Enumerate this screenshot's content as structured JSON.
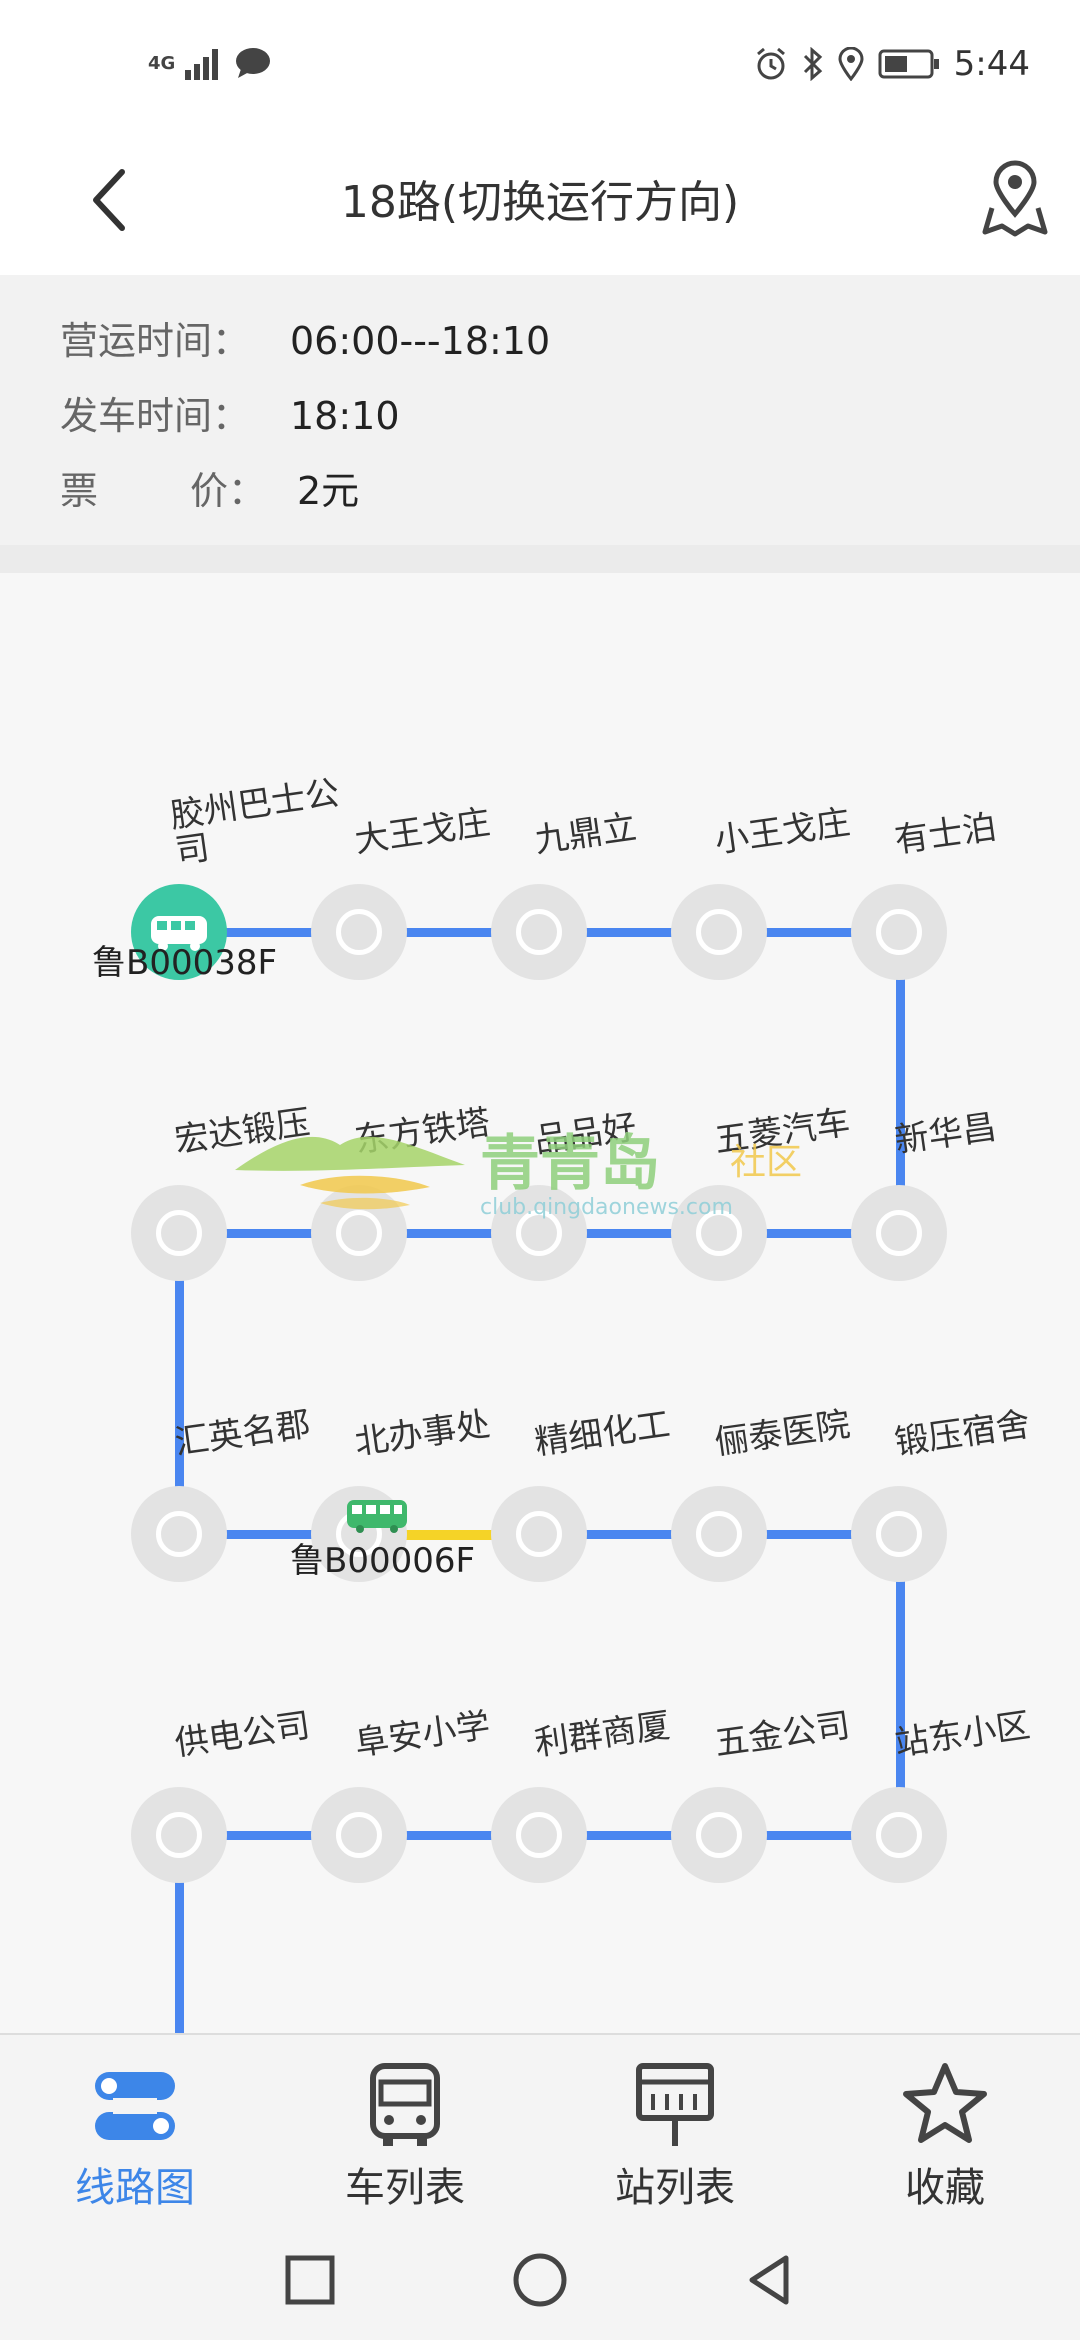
{
  "status": {
    "network": "4G",
    "time": "5:44"
  },
  "nav": {
    "title": "18路(切换运行方向)"
  },
  "info": {
    "op_label": "营运时间：",
    "op_value": "06:00---18:10",
    "dep_label": "发车时间：",
    "dep_value": "18:10",
    "price_label1": "票",
    "price_label2": "价：",
    "price_value": "2元"
  },
  "stations": {
    "r1": [
      "胶州巴士公司",
      "大王戈庄",
      "九鼎立",
      "小王戈庄",
      "有士泊"
    ],
    "r2": [
      "宏达锻压",
      "东方铁塔",
      "品品好",
      "五菱汽车",
      "新华昌"
    ],
    "r3": [
      "汇英名郡",
      "北办事处",
      "精细化工",
      "俪泰医院",
      "锻压宿舍"
    ],
    "r4": [
      "供电公司",
      "阜安小学",
      "利群商厦",
      "五金公司",
      "站东小区"
    ]
  },
  "buses": {
    "bus1": "鲁B00038F",
    "bus2": "鲁B00006F"
  },
  "watermark": {
    "name": "青青岛",
    "tag": "社区",
    "url": "club.qingdaonews.com"
  },
  "tabs": {
    "route_map": "线路图",
    "bus_list": "车列表",
    "stop_list": "站列表",
    "favorites": "收藏"
  },
  "colors": {
    "line": "#4a86f0",
    "accent": "#3d86e8",
    "bus_green": "#3cc8a4",
    "segment_yellow": "#f5d327"
  }
}
